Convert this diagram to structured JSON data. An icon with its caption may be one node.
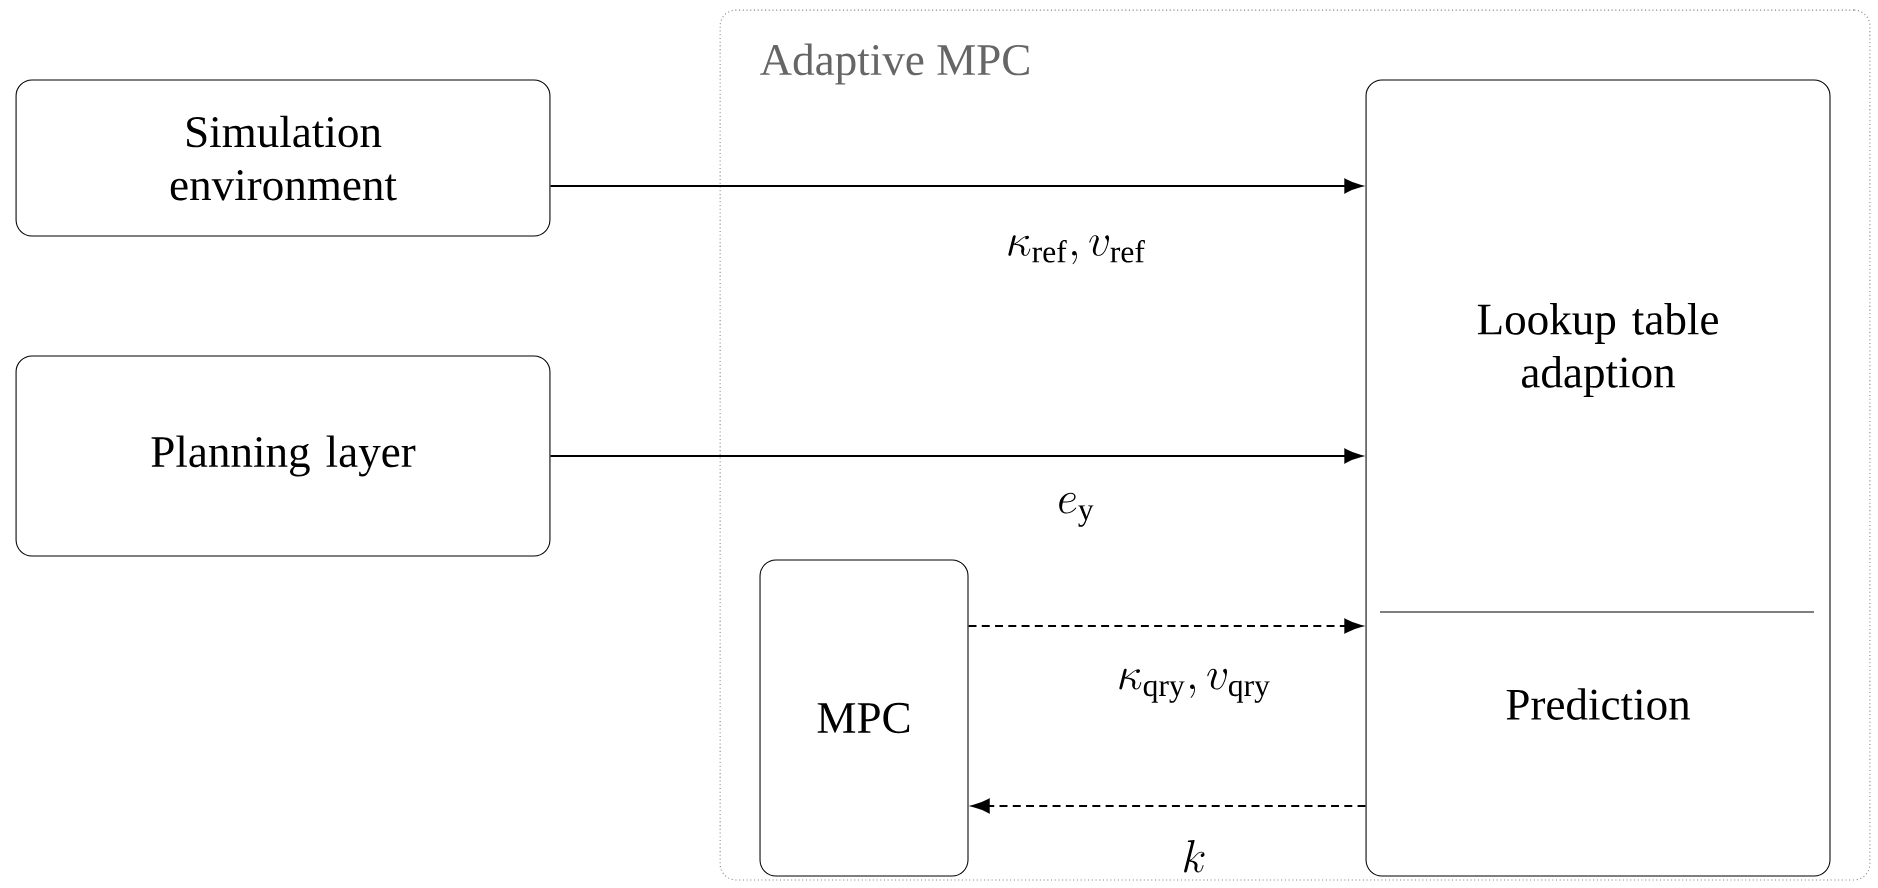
{
  "diagram": {
    "nodes": [
      {
        "text": [
          "Adaptive MPC"
        ]
      },
      {
        "text": [
          "Simulation environment"
        ]
      },
      {
        "text": [
          "Planning layer"
        ]
      },
      {
        "text": [
          "Lookup table adaption",
          "Prediction"
        ],
        "in": 0
      },
      {
        "text": [
          "MPC"
        ],
        "in": 0
      }
    ],
    "edges": [
      {
        "from": 1,
        "to": 3,
        "arrow": "to",
        "label": "\\kappa_{\\mathrm{ref}}, v_{\\mathrm{ref}}"
      },
      {
        "from": 2,
        "to": 3,
        "arrow": "to",
        "label": "e_{\\mathrm{y}}"
      },
      {
        "from": 4,
        "to": 3,
        "arrow": "to",
        "style": "dashed",
        "label": "\\kappa_{\\mathrm{qry}}, v_{\\mathrm{qry}}"
      },
      {
        "from": 3,
        "to": 4,
        "arrow": "to",
        "style": "dashed",
        "label": "k"
      }
    ]
  }
}
